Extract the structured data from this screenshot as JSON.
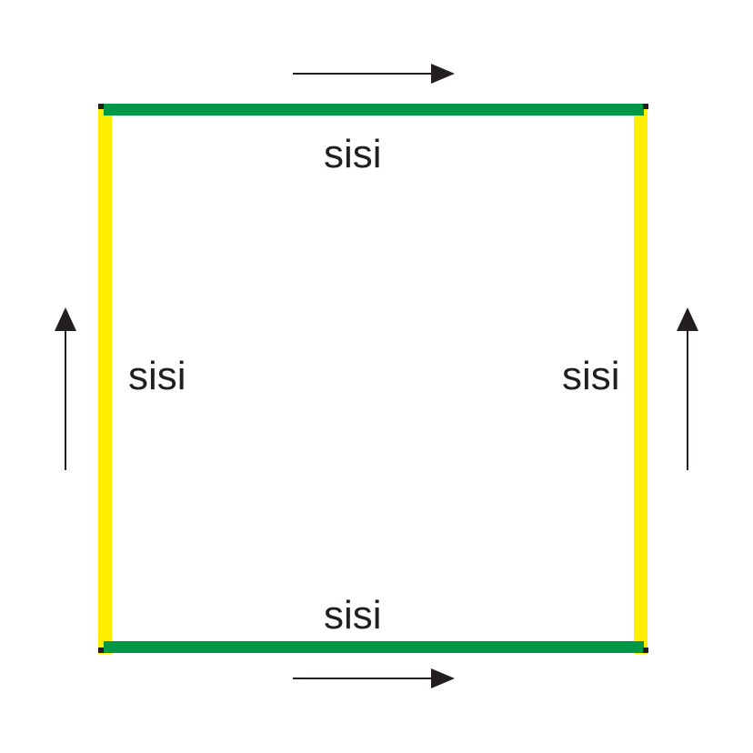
{
  "square": {
    "side_labels": {
      "top": "sisi",
      "bottom": "sisi",
      "left": "sisi",
      "right": "sisi"
    },
    "colors": {
      "horizontal_sides": "#009846",
      "vertical_sides": "#ffed00",
      "outline": "#231f20",
      "arrows": "#231f20",
      "background": "#ffffff"
    },
    "arrow_directions": {
      "top": "right",
      "bottom": "right",
      "left": "up",
      "right": "up"
    }
  }
}
